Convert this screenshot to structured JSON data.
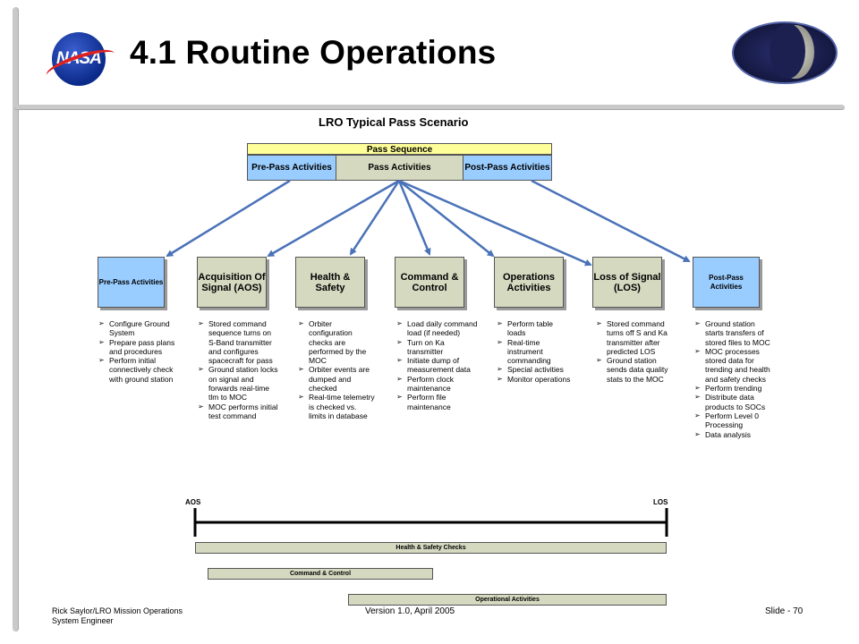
{
  "slide": {
    "title": "4.1 Routine Operations",
    "footer_author_line1": "Rick Saylor/LRO Mission Operations",
    "footer_author_line2": "System Engineer",
    "footer_version": "Version 1.0, April 2005",
    "footer_slide": "Slide - 70"
  },
  "logos": {
    "nasa_word": "NASA"
  },
  "diagram": {
    "title": "LRO Typical Pass Scenario",
    "sequence_header": "Pass Sequence",
    "sequence_cells": [
      "Pre-Pass Activities",
      "Pass Activities",
      "Post-Pass Activities"
    ],
    "boxes": [
      {
        "label": "Pre-Pass Activities",
        "bullets": [
          "Configure Ground System",
          "Prepare pass plans and procedures",
          "Perform initial connectively check with ground station"
        ]
      },
      {
        "label": "Acquisition Of Signal (AOS)",
        "bullets": [
          "Stored command sequence turns on S-Band transmitter and configures spacecraft for pass",
          "Ground station locks on signal and forwards real-time tlm to MOC",
          "MOC performs initial test command"
        ]
      },
      {
        "label": "Health & Safety",
        "bullets": [
          "Orbiter configuration checks are performed by the MOC",
          "Orbiter events are dumped and checked",
          "Real-time telemetry is checked vs. limits in database"
        ]
      },
      {
        "label": "Command & Control",
        "bullets": [
          "Load daily command load (if needed)",
          "Turn on Ka transmitter",
          "Initiate dump of measurement data",
          "Perform clock maintenance",
          "Perform file maintenance"
        ]
      },
      {
        "label": "Operations Activities",
        "bullets": [
          "Perform table loads",
          "Real-time instrument commanding",
          "Special activities",
          "Monitor operations"
        ]
      },
      {
        "label": "Loss of Signal (LOS)",
        "bullets": [
          "Stored command turns off S and Ka transmitter after predicted LOS",
          "Ground station sends data quality stats to the MOC"
        ]
      },
      {
        "label": "Post-Pass Activities",
        "bullets": [
          "Ground station starts transfers of stored files to MOC",
          "MOC processes stored data for trending and health and safety checks",
          "Perform trending",
          "Distribute data products to SOCs",
          "Perform Level 0 Processing",
          "Data analysis"
        ]
      }
    ],
    "timeline": {
      "start_label": "AOS",
      "end_label": "LOS",
      "bars": [
        "Health & Safety Checks",
        "Command & Control",
        "Operational Activities"
      ]
    }
  },
  "colors": {
    "box_blue": "#99ccff",
    "box_grey": "#d4d9c0",
    "header_yellow": "#ffff99",
    "arrow": "#4a72b8"
  }
}
